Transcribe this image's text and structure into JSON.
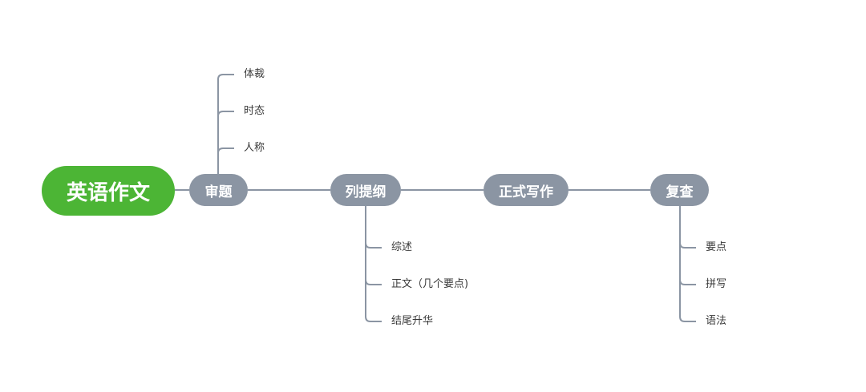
{
  "root": {
    "label": "英语作文"
  },
  "branches": [
    {
      "label": "审题",
      "children": [
        "体裁",
        "时态",
        "人称"
      ]
    },
    {
      "label": "列提纲",
      "children": [
        "综述",
        "正文（几个要点)",
        "结尾升华"
      ]
    },
    {
      "label": "正式写作",
      "children": []
    },
    {
      "label": "复查",
      "children": [
        "要点",
        "拼写",
        "语法"
      ]
    }
  ],
  "colors": {
    "root": "#4cb535",
    "branch": "#8b95a3",
    "connector": "#8b95a3",
    "leaf_text": "#3a3a3a"
  }
}
